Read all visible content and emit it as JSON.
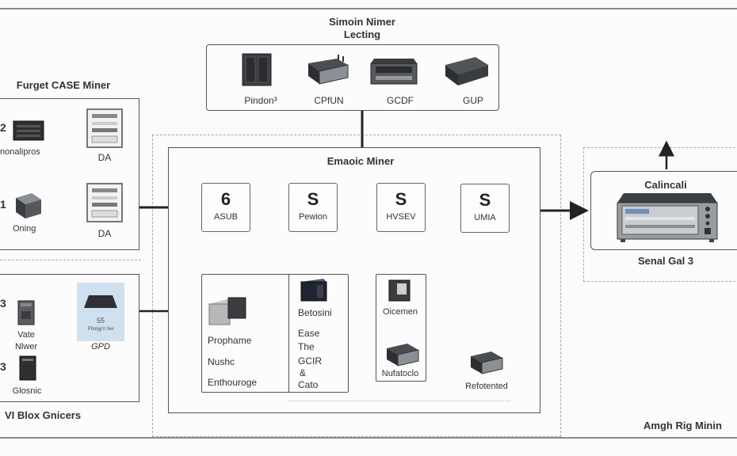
{
  "footer": {
    "brand": "Amgh Rig Minin"
  },
  "top_group": {
    "title_line1": "Simoin Nimer",
    "title_line2": "Lecting",
    "devices": [
      {
        "label": "Pindon³",
        "icon": "server-rack-icon"
      },
      {
        "label": "CPfUN",
        "icon": "asic-miner-icon"
      },
      {
        "label": "GCDF",
        "icon": "rack-unit-icon"
      },
      {
        "label": "GUP",
        "icon": "gpu-box-icon"
      }
    ]
  },
  "left_top_group": {
    "title": "Furget CASE Miner",
    "items": [
      {
        "label": "nonalipros",
        "badge": "2",
        "icon": "miner-unit-icon"
      },
      {
        "label": "Oning",
        "badge": "1",
        "icon": "cube-device-icon"
      }
    ],
    "targets": [
      {
        "label": "DA",
        "icon": "tower-server-icon"
      },
      {
        "label": "DA",
        "icon": "tower-server-icon"
      }
    ]
  },
  "left_bottom_group": {
    "title": "VI Blox Gnicers",
    "items": [
      {
        "label_line1": "Vate",
        "label_line2": "Nlwer",
        "badge": "3",
        "icon": "tower-pc-icon"
      },
      {
        "label": "Glosnic",
        "badge": "3",
        "icon": "tower-pc-icon"
      }
    ],
    "highlight": {
      "value": "55",
      "caption": "Pholgy'n fee",
      "label": "GPD",
      "icon": "miner-tray-icon"
    }
  },
  "center_group": {
    "title": "Emaoic Miner",
    "nodes": [
      {
        "big": "6",
        "label": "ASUB"
      },
      {
        "big": "S",
        "label": "Pewion"
      },
      {
        "big": "S",
        "label": "HVSEV"
      },
      {
        "big": "S",
        "label": "UMIA"
      }
    ],
    "panel_left": {
      "lines": [
        "Prophame",
        "Nushc",
        "Enthouroge"
      ],
      "icon": "psu-unit-icon"
    },
    "panel_mid": {
      "title": "Betosini",
      "lines": [
        "Ease",
        "The",
        "GCIR",
        "&",
        "Cato"
      ],
      "icon": "cube-server-icon"
    },
    "panel_right": {
      "top": "Oicemen",
      "bottom": "Nufatoclo",
      "icons": [
        "case-icon",
        "miner-board-icon"
      ]
    },
    "loose": {
      "label": "Refotented",
      "icon": "miner-board-icon"
    }
  },
  "right_group": {
    "title": "Calincali",
    "caption": "Senal Gal 3",
    "icon": "rack-chassis-icon"
  }
}
